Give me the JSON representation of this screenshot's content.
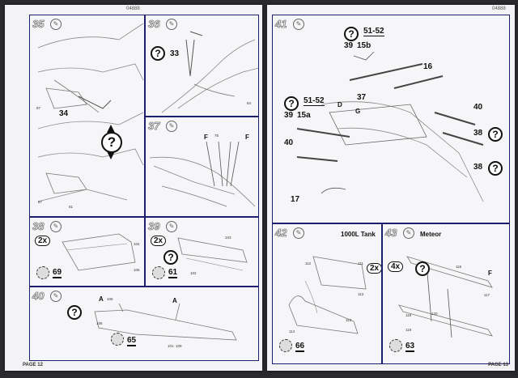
{
  "left_page": {
    "code": "04888",
    "page_label": "PAGE 12",
    "steps": [
      {
        "number": "35",
        "part": "34"
      },
      {
        "number": "36",
        "part": "33"
      },
      {
        "number": "37"
      },
      {
        "number": "38",
        "multiplier": "2x",
        "paint": "69"
      },
      {
        "number": "39",
        "multiplier": "2x",
        "paint": "61"
      },
      {
        "number": "40",
        "paint": "65"
      }
    ]
  },
  "right_page": {
    "code": "04888",
    "page_label": "PAGE 13",
    "steps": [
      {
        "number": "41",
        "parts": [
          "51-52",
          "39",
          "15b",
          "51-52",
          "39",
          "15a",
          "16",
          "37",
          "40",
          "40",
          "38",
          "38",
          "17"
        ],
        "marks": [
          "D",
          "G"
        ]
      },
      {
        "number": "42",
        "title": "1000L Tank",
        "multiplier": "2x",
        "paint": "66"
      },
      {
        "number": "43",
        "title": "Meteor",
        "multiplier": "4x",
        "paint": "63"
      }
    ]
  },
  "icons": {
    "question": "?",
    "tool": "✎"
  },
  "small_labels": [
    "87",
    "86",
    "84",
    "87",
    "81",
    "75",
    "104",
    "105",
    "103",
    "102",
    "106",
    "106",
    "101",
    "109",
    "112",
    "111",
    "113",
    "114",
    "113",
    "116",
    "117",
    "119",
    "120",
    "119"
  ],
  "letters": [
    "F",
    "F",
    "A",
    "A",
    "F"
  ]
}
